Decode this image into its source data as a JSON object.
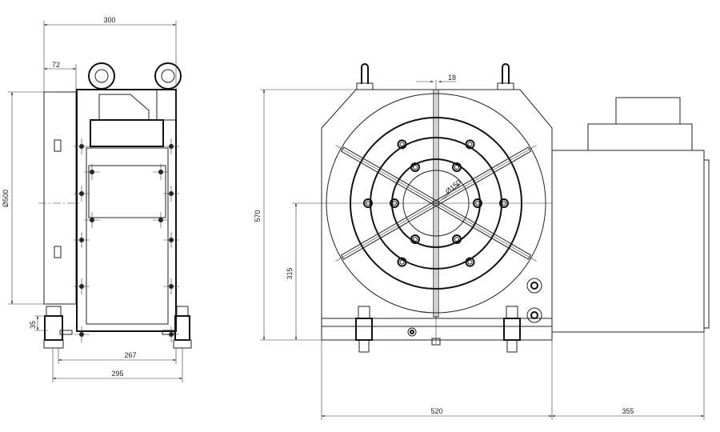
{
  "drawing": {
    "side_view": {
      "dims": {
        "overall_width": "300",
        "panel_depth": "72",
        "table_diameter": "Ø500",
        "foot_height": "35",
        "foot_spacing": "267",
        "base_width": "295"
      }
    },
    "front_view": {
      "dims": {
        "slot_width": "18",
        "overall_height": "570",
        "center_height": "315",
        "bore_diameter": "Ø150",
        "housing_width": "520",
        "motor_width": "355"
      }
    },
    "colors": {
      "line": "#222222",
      "background": "#ffffff"
    }
  }
}
